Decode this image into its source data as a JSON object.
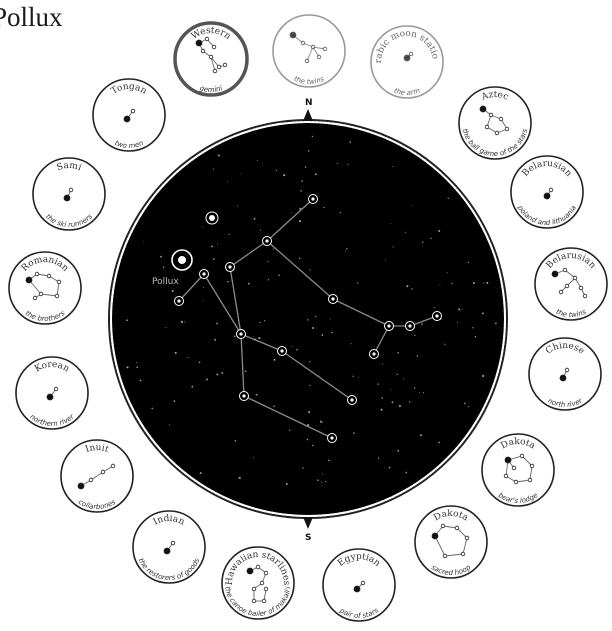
{
  "title": "Pollux",
  "directions": {
    "north": "N",
    "south": "S"
  },
  "main_chart": {
    "star_label": "Pollux"
  },
  "cultures": [
    {
      "name": "Western",
      "subtitle": "gemini",
      "highlighted": true
    },
    {
      "name": "",
      "subtitle": "the twins",
      "faded": true
    },
    {
      "name": "Arabic moon stations",
      "subtitle": "the arm",
      "faded": true
    },
    {
      "name": "Aztec",
      "subtitle": "the ball game of the stars"
    },
    {
      "name": "Belarusian",
      "subtitle": "poland and lithuania"
    },
    {
      "name": "Belarusian",
      "subtitle": "the twins"
    },
    {
      "name": "Chinese",
      "subtitle": "north river"
    },
    {
      "name": "Dakota",
      "subtitle": "bear's lodge"
    },
    {
      "name": "Dakota",
      "subtitle": "sacred hoop"
    },
    {
      "name": "Egyptian",
      "subtitle": "pair of stars"
    },
    {
      "name": "Hawaiian starlines",
      "subtitle": "the canoe bailer of makali'i"
    },
    {
      "name": "Indian",
      "subtitle": "the restorers of goods"
    },
    {
      "name": "Inuit",
      "subtitle": "collarbones"
    },
    {
      "name": "Korean",
      "subtitle": "northern river"
    },
    {
      "name": "Romanian",
      "subtitle": "the brothers"
    },
    {
      "name": "Sami",
      "subtitle": "the ski runners"
    },
    {
      "name": "Tongan",
      "subtitle": "two men"
    }
  ],
  "colors": {
    "sky": "#000000",
    "ring": "#ffffff",
    "line": "#8a8a8a",
    "highlight": "#555555"
  }
}
